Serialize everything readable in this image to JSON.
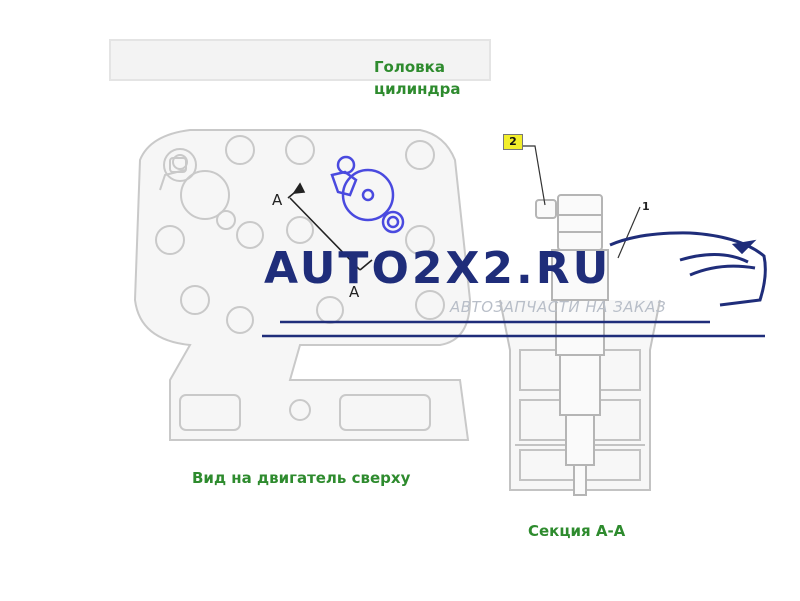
{
  "labels": {
    "cylinder_head_line1": "Головка",
    "cylinder_head_line2": "цилиндра",
    "top_view": "Вид на двигатель сверху",
    "section": "Секция А-А",
    "callout_2": "2",
    "callout_1": "1",
    "section_mark_a1": "A",
    "section_mark_a2": "A"
  },
  "watermark": {
    "brand": "AUTO2X2.RU",
    "slogan": "АВТОЗАПЧАСТИ НА ЗАКАЗ"
  },
  "colors": {
    "label_green": "#2e8b2e",
    "brand_blue": "#1f2d7a",
    "highlight_blue": "#4a4adf",
    "callout_yellow": "#f2ee2a",
    "drawing_gray": "#c8c8c8"
  }
}
